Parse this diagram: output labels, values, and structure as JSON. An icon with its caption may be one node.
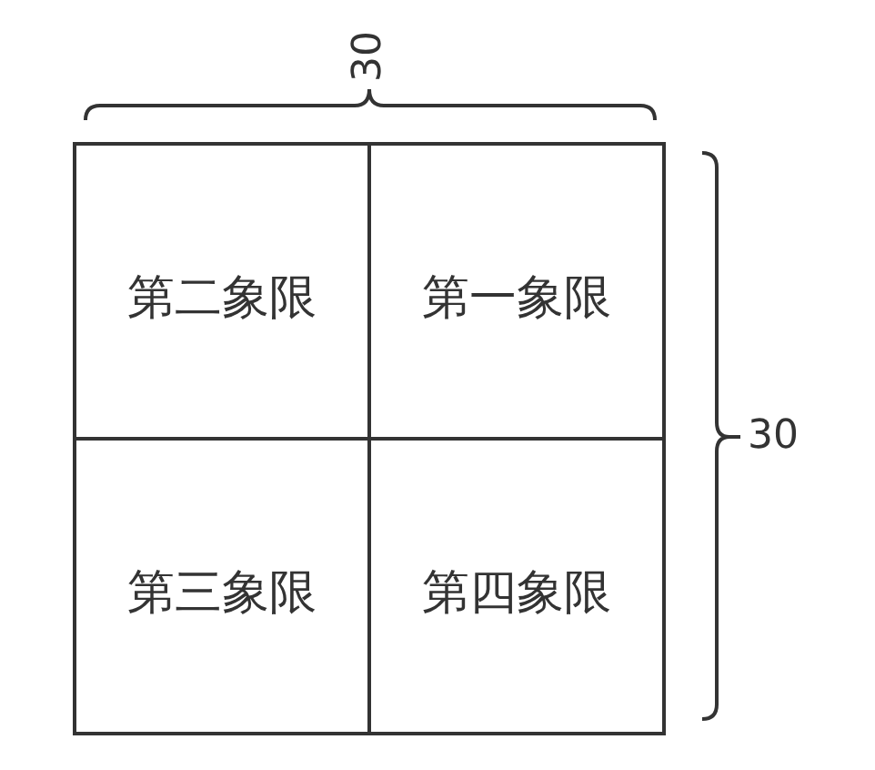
{
  "diagram": {
    "nodes": [
      {
        "text": [
          "第二象限"
        ]
      },
      {
        "text": [
          "第一象限"
        ]
      },
      {
        "text": [
          "第三象限"
        ]
      },
      {
        "text": [
          "第四象限"
        ]
      }
    ],
    "labels": [
      "30",
      "30"
    ]
  }
}
